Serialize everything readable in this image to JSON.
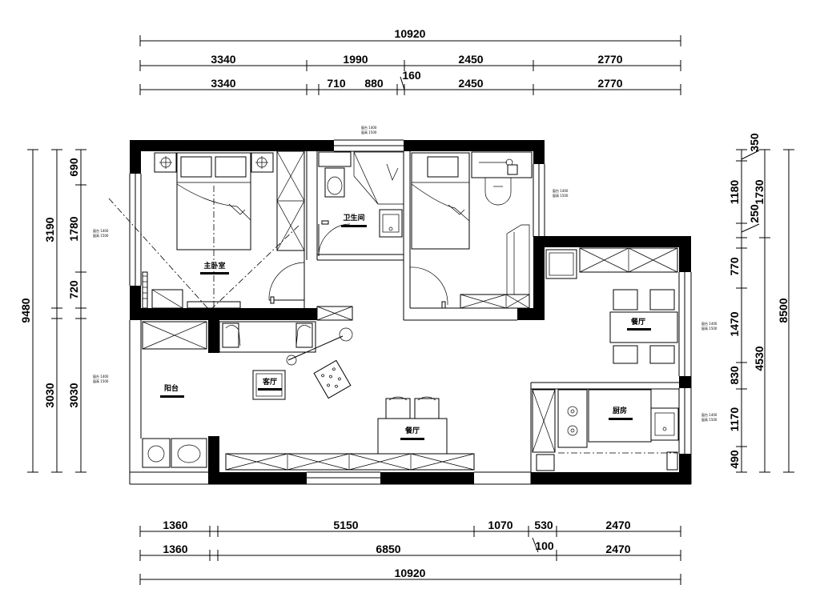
{
  "dimensions": {
    "top_total": "10920",
    "top_row1": [
      "3340",
      "1990",
      "2450",
      "2770"
    ],
    "top_row2": [
      "3340",
      "710",
      "880",
      "2450",
      "2770"
    ],
    "top_small": "160",
    "bottom_row1": [
      "1360",
      "5150",
      "1070",
      "530",
      "2470"
    ],
    "bottom_row2": [
      "1360",
      "6850",
      "2470"
    ],
    "bottom_small": "100",
    "bottom_total": "10920",
    "left_outer": "9480",
    "left_mid": [
      "3190",
      "3030"
    ],
    "left_inner": [
      "690",
      "1780",
      "720",
      "3030"
    ],
    "right_outer": "8500",
    "right_mid": [
      "1730",
      "4530"
    ],
    "right_inner": [
      "350",
      "1180",
      "250",
      "770",
      "1470",
      "830",
      "1170",
      "490"
    ]
  },
  "rooms": {
    "master_bedroom": "主卧室",
    "bathroom": "卫生间",
    "balcony": "阳台",
    "living_room": "客厅",
    "dining_room": "餐厅",
    "restaurant": "餐厅",
    "kitchen": "厨房"
  },
  "notes": {
    "window_a": "窗台 1400",
    "window_b": "窗高 1500"
  }
}
